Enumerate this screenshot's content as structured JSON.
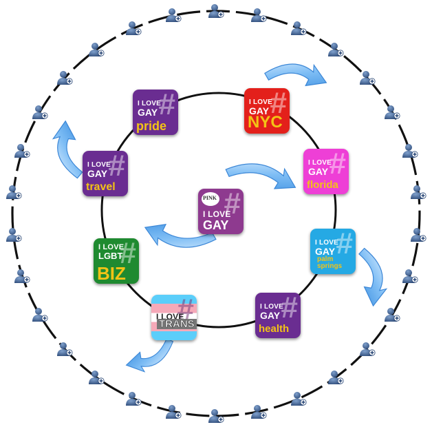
{
  "center": {
    "badge": "PINK",
    "line1": "I LOVE",
    "line2": "GAY",
    "color": "#8e3a8f"
  },
  "tiles": [
    {
      "id": "pride",
      "line1": "I LOVE",
      "line2": "GAY",
      "word": "pride",
      "bg": "#6a2d91",
      "wordColor": "#f3c316"
    },
    {
      "id": "nyc",
      "line1": "I LOVE",
      "line2": "GAY",
      "word": "NYC",
      "bg": "#e3201b",
      "wordColor": "#f3c316"
    },
    {
      "id": "florida",
      "line1": "I LOVE",
      "line2": "GAY",
      "word": "florida",
      "bg": "#ee3fd6",
      "wordColor": "#f3c316"
    },
    {
      "id": "palm",
      "line1": "I LOVE",
      "line2": "GAY",
      "word": "palm springs",
      "bg": "#25a9e4",
      "wordColor": "#f3c316"
    },
    {
      "id": "health",
      "line1": "I LOVE",
      "line2": "GAY",
      "word": "health",
      "bg": "#6a2d91",
      "wordColor": "#f3c316"
    },
    {
      "id": "trans",
      "line1": "I LOVE",
      "line2": "",
      "word": "TRANS",
      "bg": "#ffffff",
      "wordColor": "#ffffff"
    },
    {
      "id": "biz",
      "line1": "I LOVE",
      "line2": "LGBT",
      "word": "BIZ",
      "bg": "#1f8a30",
      "wordColor": "#f3c316"
    },
    {
      "id": "travel",
      "line1": "I LOVE",
      "line2": "GAY",
      "word": "travel",
      "bg": "#6a2d91",
      "wordColor": "#f3c316"
    }
  ],
  "colors": {
    "ring": "#111111",
    "arrow": "#5aa9ee",
    "arrowLight": "#d6ecff",
    "userIcon": "#3d5d8c"
  },
  "icons": {
    "user": "user-add-icon",
    "arrow": "curved-arrow-icon"
  }
}
